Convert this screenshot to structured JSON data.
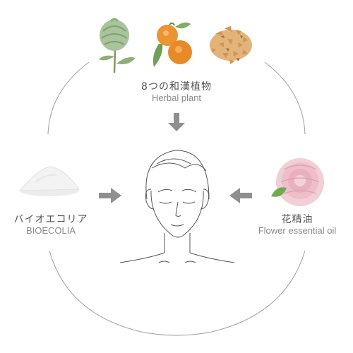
{
  "top": {
    "label_jp": "8つの和漢植物",
    "label_en": "Herbal plant",
    "icons": [
      "artichoke-icon",
      "mandarin-orange-icon",
      "dried-herb-flakes-icon"
    ]
  },
  "left": {
    "label_jp": "バイオエコリア",
    "label_en": "BIOECOLIA",
    "icon": "white-powder-icon"
  },
  "right": {
    "label_jp": "花精油",
    "label_en": "Flower essential oil",
    "icon": "pink-flower-icon"
  },
  "center": {
    "icon": "face-illustration"
  },
  "colors": {
    "circle": "#9a9a9a",
    "arrow": "#8f8f8f",
    "orange": "#e8892a",
    "green": "#7fa66a",
    "pink": "#e9b7c3",
    "herb": "#c98b4b"
  }
}
